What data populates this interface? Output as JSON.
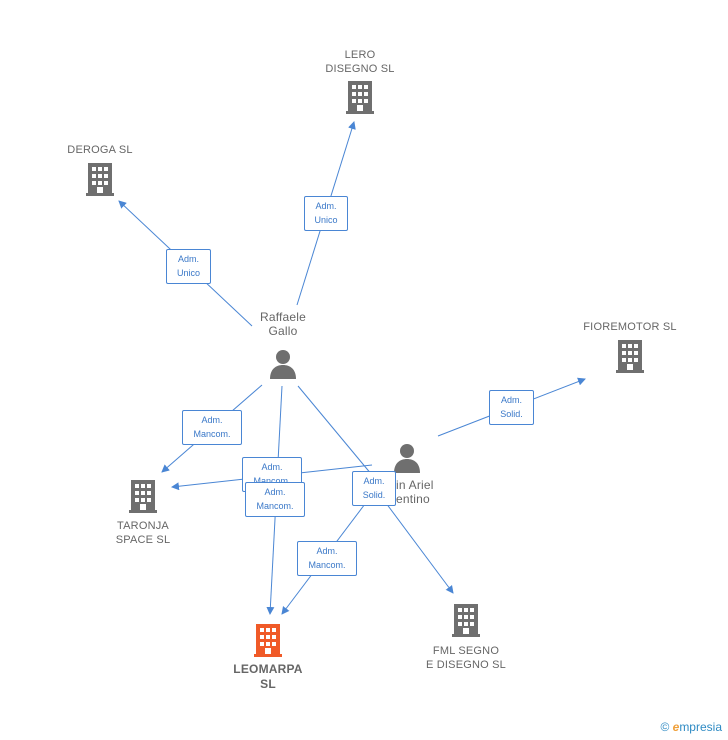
{
  "nodes": {
    "lero": {
      "label": "LERO\nDISEGNO  SL"
    },
    "deroga": {
      "label": "DEROGA  SL"
    },
    "fioremotor": {
      "label": "FIOREMOTOR SL"
    },
    "taronja": {
      "label": "TARONJA\nSPACE  SL"
    },
    "leomarpa": {
      "label": "LEOMARPA\nSL"
    },
    "fml": {
      "label": "FML SEGNO\nE DISEGNO SL"
    },
    "raffaele": {
      "label": "Raffaele\nGallo"
    },
    "person2": {
      "label": "in Ariel\nentino"
    }
  },
  "edges": {
    "e1": "Adm.\nUnico",
    "e2": "Adm.\nUnico",
    "e3": "Adm.\nSolid.",
    "e4": "Adm.\nMancom.",
    "e5": "Adm.\nMancom.",
    "e6": "Adm.\nMancom.",
    "e7": "Adm.\nSolid.",
    "e8": "Adm.\nMancom."
  },
  "colors": {
    "edge": "#4a86d4",
    "building": "#6f6f6f",
    "main_building": "#f05a28",
    "person": "#6f6f6f"
  },
  "footer": {
    "copyright": "©",
    "brand_first": "e",
    "brand_rest": "mpresia"
  }
}
